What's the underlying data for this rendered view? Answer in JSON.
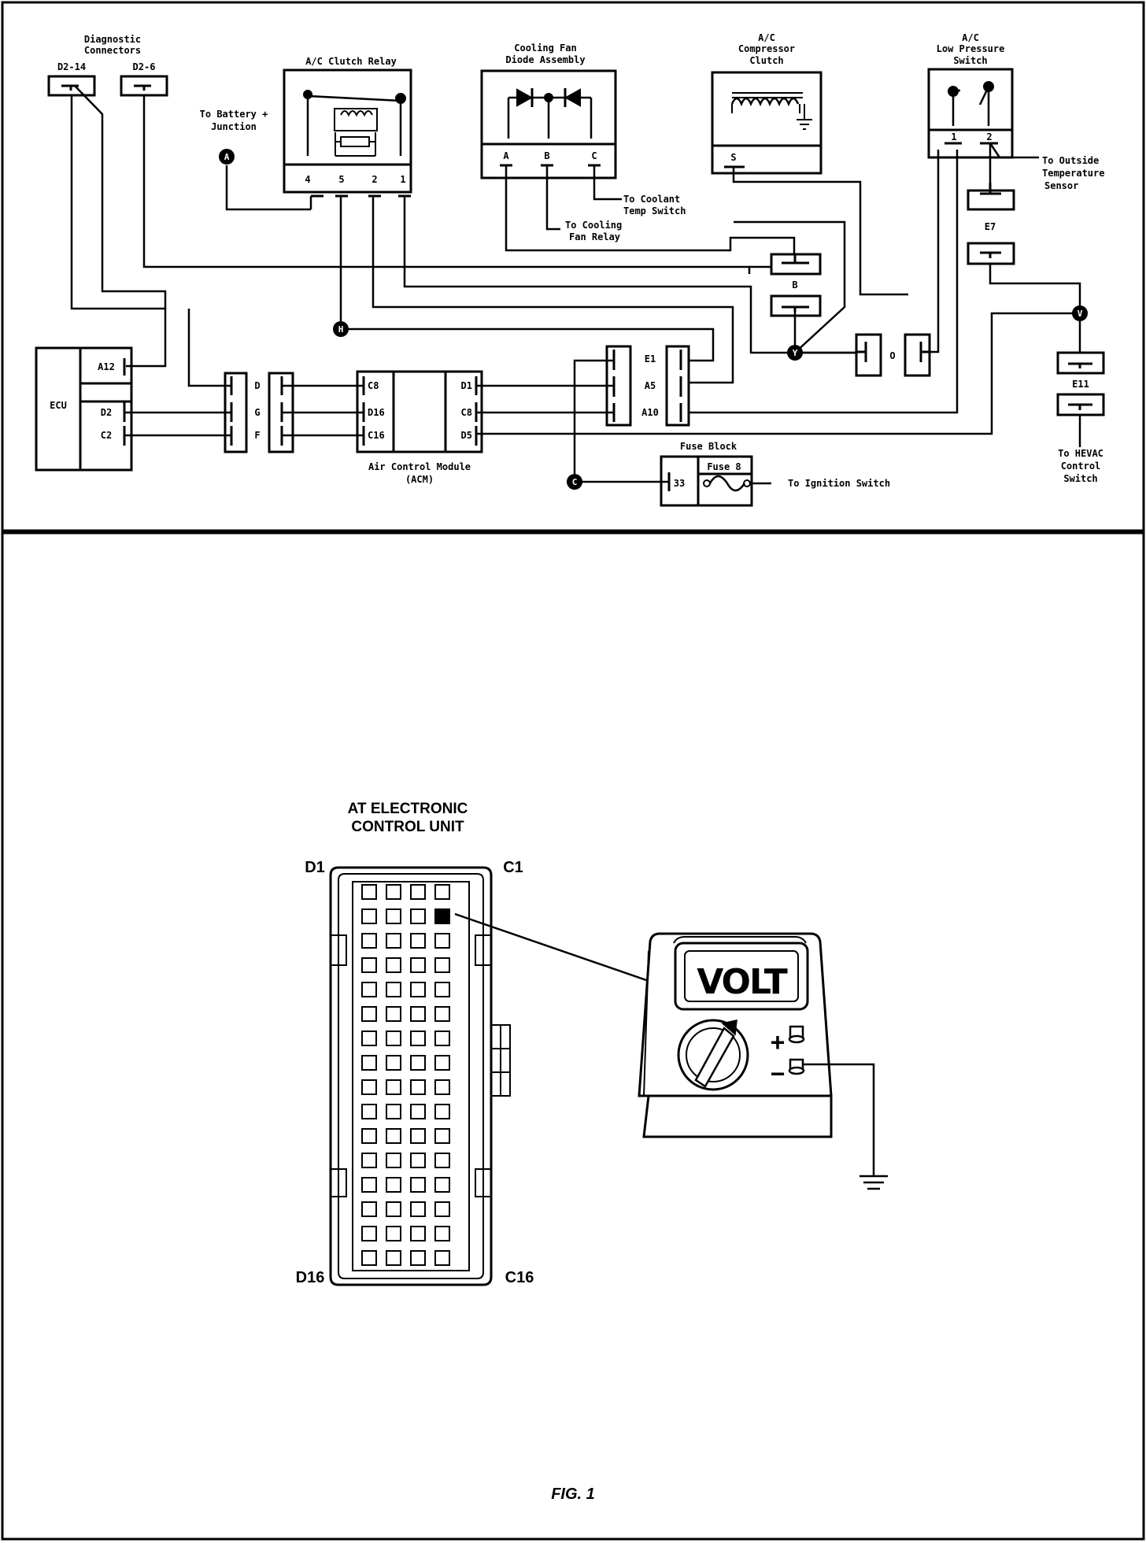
{
  "colors": {
    "ink": "#000000",
    "paper": "#ffffff"
  },
  "wiring": {
    "diag_title_1": "Diagnostic",
    "diag_title_2": "Connectors",
    "d2_14": "D2-14",
    "d2_6": "D2-6",
    "relay_title": "A/C Clutch Relay",
    "relay_pins": [
      "4",
      "5",
      "2",
      "1"
    ],
    "battery_1": "To Battery +",
    "battery_2": "Junction",
    "node_a": "A",
    "diode_title_1": "Cooling Fan",
    "diode_title_2": "Diode Assembly",
    "diode_pins": [
      "A",
      "B",
      "C"
    ],
    "coolant_1": "To Coolant",
    "coolant_2": "Temp Switch",
    "fanrelay_1": "To Cooling",
    "fanrelay_2": "Fan Relay",
    "comp_title_1": "A/C",
    "comp_title_2": "Compressor",
    "comp_title_3": "Clutch",
    "comp_pin": "S",
    "lps_title_1": "A/C",
    "lps_title_2": "Low Pressure",
    "lps_title_3": "Switch",
    "lps_pins": [
      "1",
      "2"
    ],
    "outside_1": "To Outside",
    "outside_2": "Temperature",
    "outside_3": "Sensor",
    "conn_e7": "E7",
    "conn_b": "B",
    "conn_o": "O",
    "node_h": "H",
    "node_y": "Y",
    "node_v": "V",
    "node_c": "C",
    "conn_e11": "E11",
    "hevac_1": "To HEVAC",
    "hevac_2": "Control",
    "hevac_3": "Switch",
    "ecu": "ECU",
    "ecu_pins": [
      "A12",
      "D2",
      "C2"
    ],
    "dgf": [
      "D",
      "G",
      "F"
    ],
    "acm_left": [
      "C8",
      "D16",
      "C16"
    ],
    "acm_right": [
      "D1",
      "C8",
      "D5"
    ],
    "acm_1": "Air Control Module",
    "acm_2": "(ACM)",
    "e1_pins": [
      "E1",
      "A5",
      "A10"
    ],
    "fuse_block": "Fuse Block",
    "fuse": "Fuse 8",
    "fuse_pin": "33",
    "ignition": "To Ignition Switch"
  },
  "test": {
    "title_1": "AT ELECTRONIC",
    "title_2": "CONTROL UNIT",
    "d1": "D1",
    "c1": "C1",
    "d16": "D16",
    "c16": "C16",
    "meter": "VOLT",
    "plus": "+",
    "minus": "−"
  },
  "caption": "FIG.  1"
}
